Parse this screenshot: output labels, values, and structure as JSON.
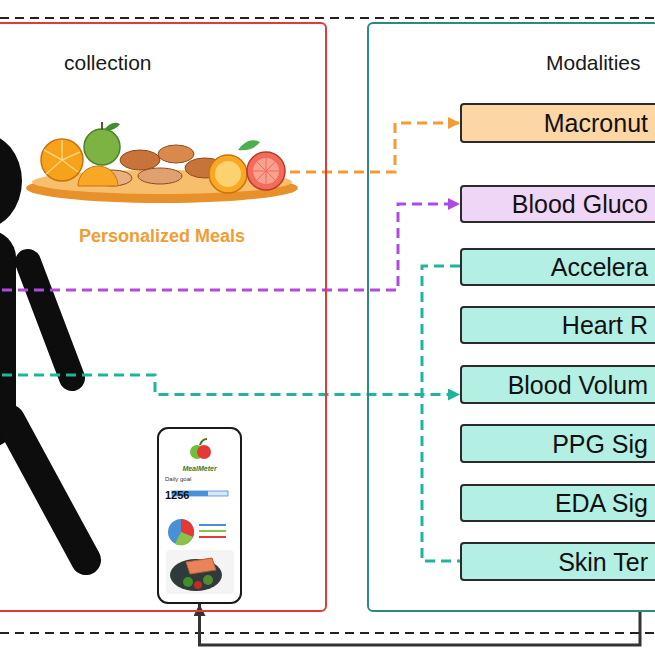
{
  "diagram": {
    "nodes": [
      {
        "text": [
          "collection"
        ]
      },
      {
        "text": [
          "MealMeter",
          "Daily goal",
          "1256"
        ],
        "in": 0
      },
      {
        "text": [
          "Modalities"
        ]
      },
      {
        "text": [
          "Macronut"
        ],
        "in": 2
      },
      {
        "text": [
          "Blood Gluco"
        ],
        "in": 2
      },
      {
        "text": [
          "Accelera"
        ],
        "in": 2
      },
      {
        "text": [
          "Heart R"
        ],
        "in": 2
      },
      {
        "text": [
          "Blood Volum"
        ],
        "in": 2
      },
      {
        "text": [
          "PPG Sig"
        ],
        "in": 2
      },
      {
        "text": [
          "EDA Sig"
        ],
        "in": 2
      },
      {
        "text": [
          "Skin Ter"
        ],
        "in": 2
      }
    ],
    "edges": [
      {
        "from": 0,
        "to": 3,
        "arrow": "to"
      },
      {
        "from": 0,
        "to": 4,
        "arrow": "to"
      },
      {
        "from": 0,
        "to": 7,
        "arrow": "to"
      },
      {
        "from": 2,
        "to": 1,
        "arrow": "to"
      }
    ],
    "labels": [
      "Personalized Meals"
    ]
  }
}
